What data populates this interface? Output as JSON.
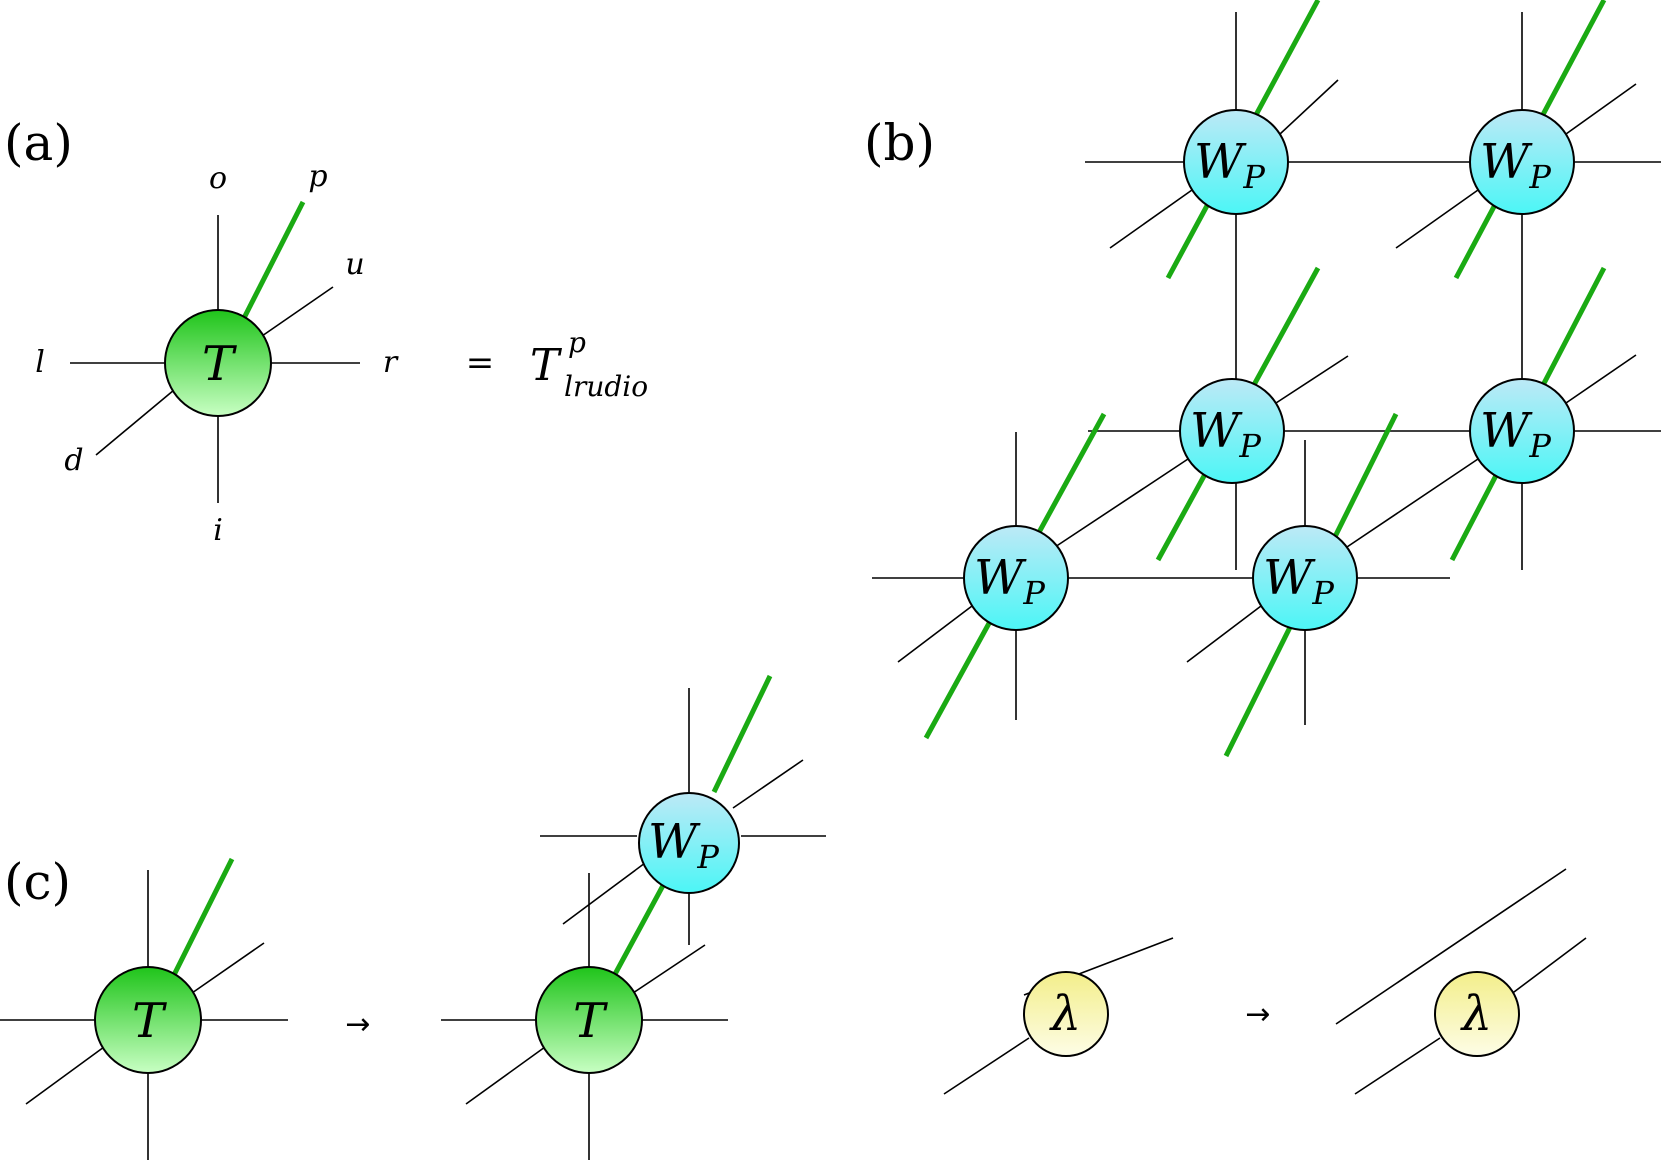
{
  "panels": {
    "a": {
      "label": "(a)"
    },
    "b": {
      "label": "(b)"
    },
    "c": {
      "label": "(c)"
    }
  },
  "tensor_T": {
    "symbol": "T",
    "legs": {
      "o": "o",
      "p": "p",
      "u": "u",
      "l": "l",
      "r": "r",
      "d": "d",
      "i": "i"
    },
    "equation": {
      "eq": "=",
      "base": "T",
      "sup": "p",
      "sub": "lrudio"
    }
  },
  "projector": {
    "symbol": "W",
    "subscript": "P"
  },
  "lambda": {
    "symbol": "λ"
  },
  "arrows": {
    "c_left": "→",
    "c_right": "→"
  },
  "colors": {
    "tensor_T": "#2ee62a",
    "projector": "#4cf0f2",
    "lambda": "#f2f09a",
    "physical_leg": "#1aaa13"
  }
}
